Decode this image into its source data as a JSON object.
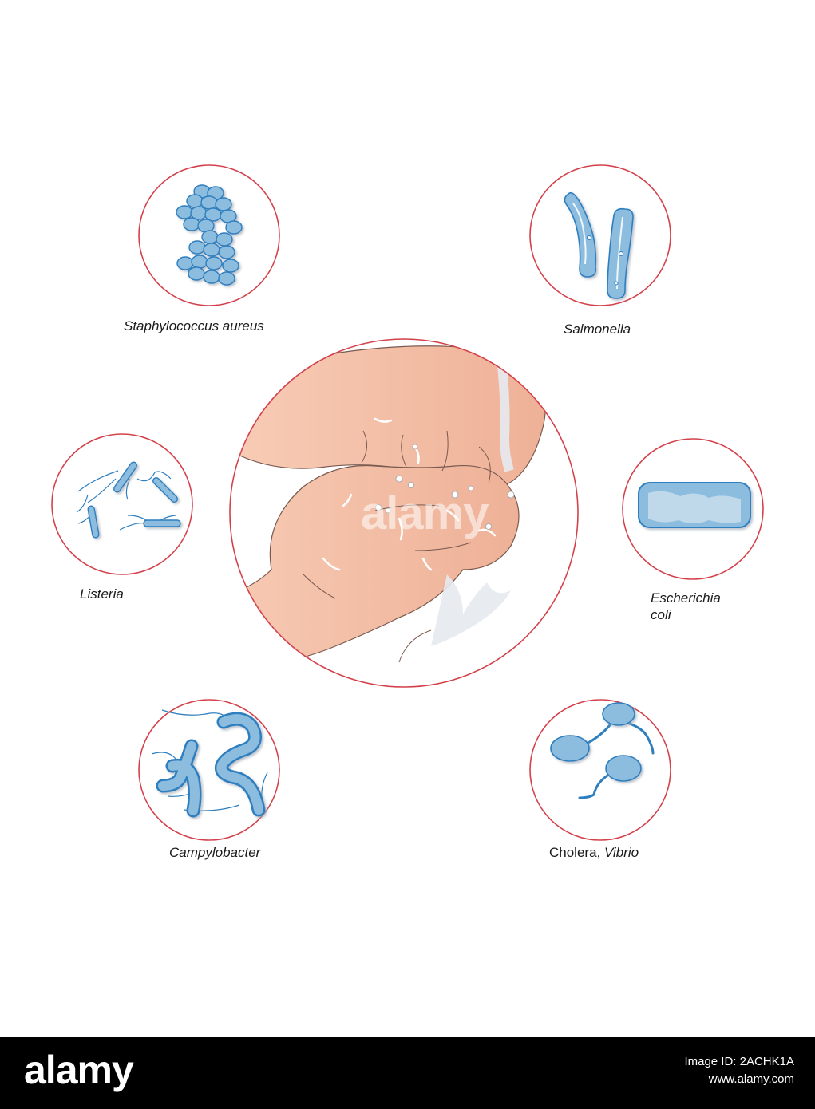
{
  "labels": {
    "staphylococcus": "Staphylococcus aureus",
    "salmonella": "Salmonella",
    "listeria": "Listeria",
    "ecoli_line1": "Escherichia",
    "ecoli_line2": "coli",
    "campylobacter": "Campylobacter",
    "cholera_prefix": "Cholera, ",
    "cholera_italic": "Vibrio"
  },
  "watermark": "alamy",
  "footer": {
    "logo": "alamy",
    "image_id": "Image ID: 2ACHK1A",
    "url": "www.alamy.com"
  },
  "colors": {
    "circle_border": "#d4414b",
    "bacteria_fill": "#8cbcde",
    "bacteria_stroke": "#2f7fbf",
    "skin": "#f5c2ab",
    "footer_bg": "#000000"
  }
}
